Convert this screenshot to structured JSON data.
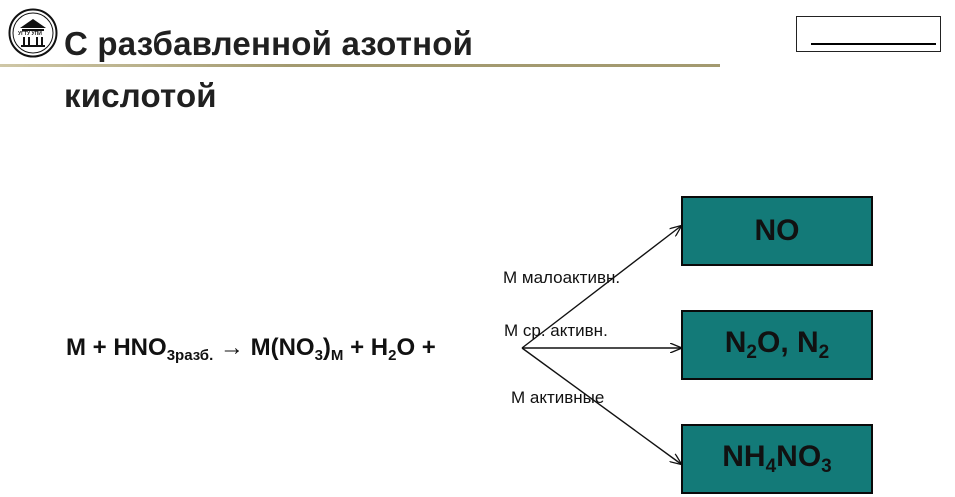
{
  "logo": {
    "caption": "УГТУ УПИ",
    "icon": "university-emblem-icon"
  },
  "title": {
    "line1": "С разбавленной азотной",
    "line2": "кислотой"
  },
  "equation": {
    "m1": "M + HNO",
    "sub1": "3разб.",
    "arrow": "→",
    "m2": "M(NO",
    "sub2": "3",
    "m3": ")",
    "sub3": "M",
    "m4": " + H",
    "sub4": "2",
    "m5": "O +"
  },
  "conditions": [
    "M малоактивн.",
    "M ср. активн.",
    "M активные"
  ],
  "products": [
    {
      "parts": [
        {
          "t": "NO"
        }
      ]
    },
    {
      "parts": [
        {
          "t": "N"
        },
        {
          "s": "2"
        },
        {
          "t": "O, N"
        },
        {
          "s": "2"
        }
      ]
    },
    {
      "parts": [
        {
          "t": "NH"
        },
        {
          "s": "4"
        },
        {
          "t": "NO"
        },
        {
          "s": "3"
        }
      ]
    }
  ],
  "colors": {
    "product_box": "#137a78",
    "rule": "#a39a70"
  }
}
